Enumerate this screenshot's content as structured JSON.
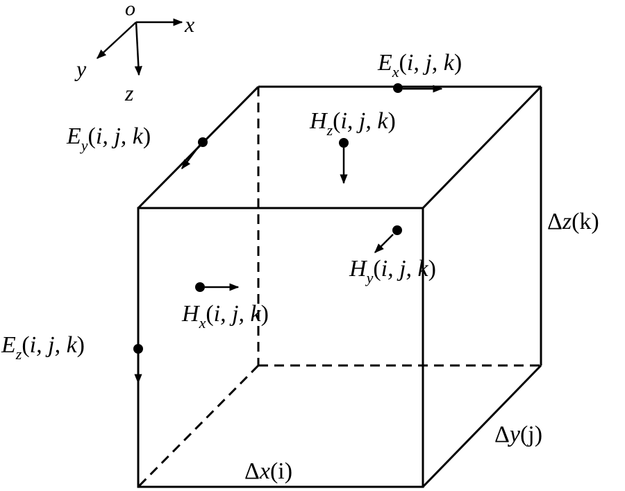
{
  "axes": {
    "origin": "o",
    "x": "x",
    "y": "y",
    "z": "z"
  },
  "fields": {
    "ex": {
      "sym": "E",
      "sub": "x",
      "args": "(i, j, k)"
    },
    "ey": {
      "sym": "E",
      "sub": "y",
      "args": "(i, j, k)"
    },
    "ez": {
      "sym": "E",
      "sub": "z",
      "args": "(i, j, k)"
    },
    "hx": {
      "sym": "H",
      "sub": "x",
      "args": "(i, j, k)"
    },
    "hy": {
      "sym": "H",
      "sub": "y",
      "args": "(i, j, k)"
    },
    "hz": {
      "sym": "H",
      "sub": "z",
      "args": "(i, j, k)"
    }
  },
  "dims": {
    "dx": {
      "delta": "Δ",
      "var": "x",
      "args": "(i)"
    },
    "dy": {
      "delta": "Δ",
      "var": "y",
      "args": "(j)"
    },
    "dz": {
      "delta": "Δ",
      "var": "z",
      "args": "(k)"
    }
  }
}
